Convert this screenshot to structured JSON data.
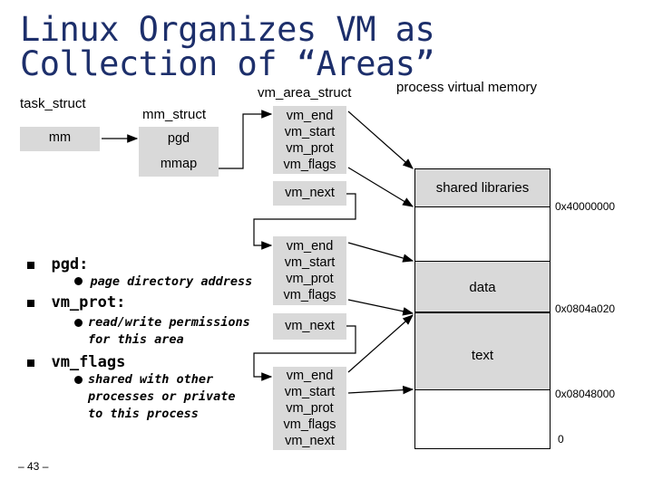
{
  "title": "Linux Organizes VM as Collection of “Areas”",
  "task_struct": {
    "label": "task_struct",
    "field": "mm"
  },
  "mm_struct": {
    "label": "mm_struct",
    "fields": [
      "pgd",
      "mmap"
    ]
  },
  "vm_area_struct": {
    "label": "vm_area_struct",
    "areas": [
      {
        "fields": [
          "vm_end",
          "vm_start",
          "vm_prot",
          "vm_flags"
        ],
        "next": "vm_next"
      },
      {
        "fields": [
          "vm_end",
          "vm_start",
          "vm_prot",
          "vm_flags"
        ],
        "next": "vm_next"
      },
      {
        "fields": [
          "vm_end",
          "vm_start",
          "vm_prot",
          "vm_flags",
          "vm_next"
        ]
      }
    ]
  },
  "process_vm": {
    "label": "process virtual memory",
    "regions": [
      "shared libraries",
      "data",
      "text"
    ],
    "addresses": [
      "0x40000000",
      "0x0804a020",
      "0x08048000",
      "0"
    ]
  },
  "bullets": [
    {
      "term": "pgd:",
      "detail": "page directory address"
    },
    {
      "term": "vm_prot:",
      "detail": "read/write permissions for this area"
    },
    {
      "term": "vm_flags",
      "detail": "shared with other processes or private to this process"
    }
  ],
  "slide_number": "– 43 –"
}
